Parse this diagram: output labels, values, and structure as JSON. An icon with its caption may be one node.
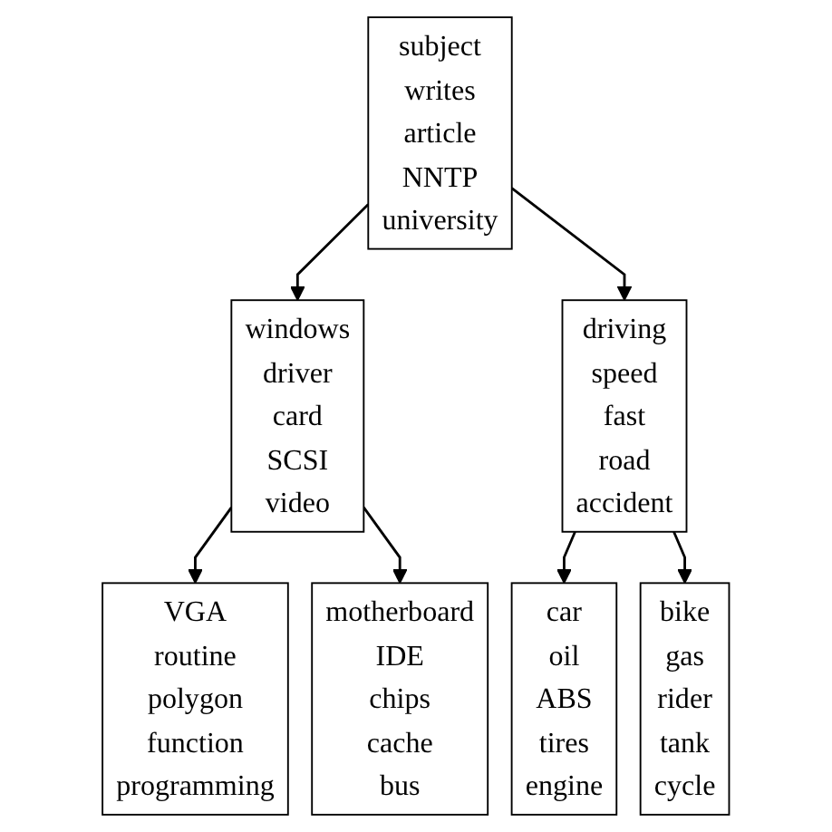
{
  "diagram": {
    "nodes": [
      {
        "text": [
          "subject",
          "writes",
          "article",
          "NNTP",
          "university"
        ]
      },
      {
        "text": [
          "windows",
          "driver",
          "card",
          "SCSI",
          "video"
        ]
      },
      {
        "text": [
          "driving",
          "speed",
          "fast",
          "road",
          "accident"
        ]
      },
      {
        "text": [
          "VGA",
          "routine",
          "polygon",
          "function",
          "programming"
        ]
      },
      {
        "text": [
          "motherboard",
          "IDE",
          "chips",
          "cache",
          "bus"
        ]
      },
      {
        "text": [
          "car",
          "oil",
          "ABS",
          "tires",
          "engine"
        ]
      },
      {
        "text": [
          "bike",
          "gas",
          "rider",
          "tank",
          "cycle"
        ]
      }
    ],
    "edges": [
      {
        "from": 0,
        "to": 1,
        "arrow": "to"
      },
      {
        "from": 0,
        "to": 2,
        "arrow": "to"
      },
      {
        "from": 1,
        "to": 3,
        "arrow": "to"
      },
      {
        "from": 1,
        "to": 4,
        "arrow": "to"
      },
      {
        "from": 2,
        "to": 5,
        "arrow": "to"
      },
      {
        "from": 2,
        "to": 6,
        "arrow": "to"
      }
    ]
  }
}
